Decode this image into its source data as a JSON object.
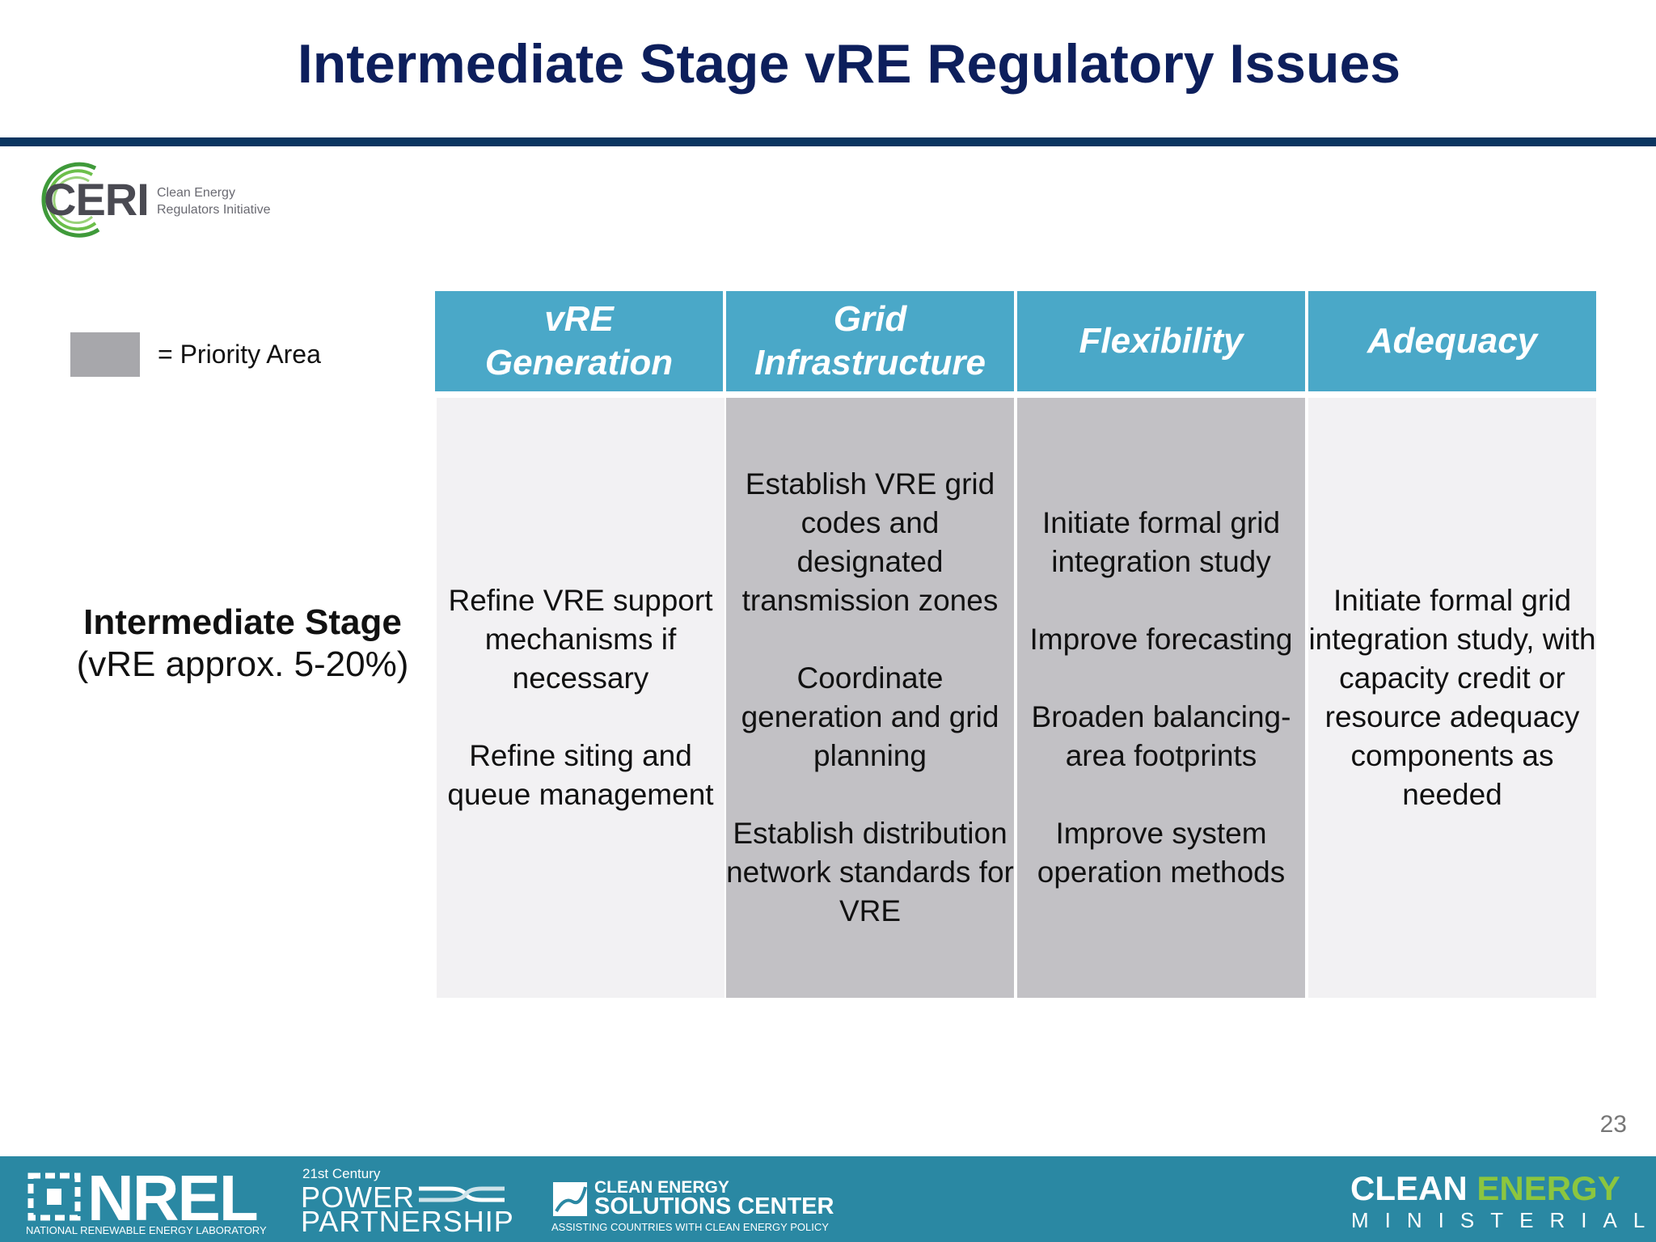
{
  "slide": {
    "title": "Intermediate Stage vRE Regulatory Issues",
    "page_number": "23"
  },
  "logo_ceri": {
    "mark": "CERI",
    "sub_line1": "Clean Energy",
    "sub_line2": "Regulators Initiative"
  },
  "legend": {
    "swatch_color": "#a7a7ab",
    "label": "= Priority Area"
  },
  "stage": {
    "name": "Intermediate Stage",
    "range": "(vRE approx. 5-20%)"
  },
  "table": {
    "header_color": "#4aa8c8",
    "priority_color": "#c2c1c5",
    "normal_color": "#f2f1f3",
    "columns": [
      {
        "header_line1": "vRE",
        "header_line2": "Generation",
        "priority": false,
        "items": [
          "Refine VRE support mechanisms if necessary",
          "Refine siting and queue management"
        ]
      },
      {
        "header_line1": "Grid",
        "header_line2": "Infrastructure",
        "priority": true,
        "items": [
          "Establish VRE grid codes and designated transmission zones",
          "Coordinate generation and grid planning",
          "Establish distribution network standards for VRE"
        ]
      },
      {
        "header_line1": "Flexibility",
        "header_line2": "",
        "priority": true,
        "items": [
          "Initiate formal grid integration study",
          "Improve forecasting",
          "Broaden balancing-area footprints",
          "Improve system operation methods"
        ]
      },
      {
        "header_line1": "Adequacy",
        "header_line2": "",
        "priority": false,
        "items": [
          "Initiate formal grid integration study, with capacity credit or resource adequacy components as needed"
        ]
      }
    ]
  },
  "footer": {
    "bg_color": "#2a88a3",
    "nrel_mark": "NREL",
    "nrel_sub": "NATIONAL RENEWABLE ENERGY LABORATORY",
    "pp_small": "21st Century",
    "pp_line1": "POWER",
    "pp_line2": "PARTNERSHIP",
    "cesc_line1": "CLEAN ENERGY",
    "cesc_line2": "SOLUTIONS CENTER",
    "cesc_tag": "ASSISTING COUNTRIES WITH CLEAN ENERGY POLICY",
    "cem_word1": "CLEAN",
    "cem_word2": "ENERGY",
    "cem_line2": "MINISTERIAL",
    "accent_color": "#8cc63f"
  }
}
